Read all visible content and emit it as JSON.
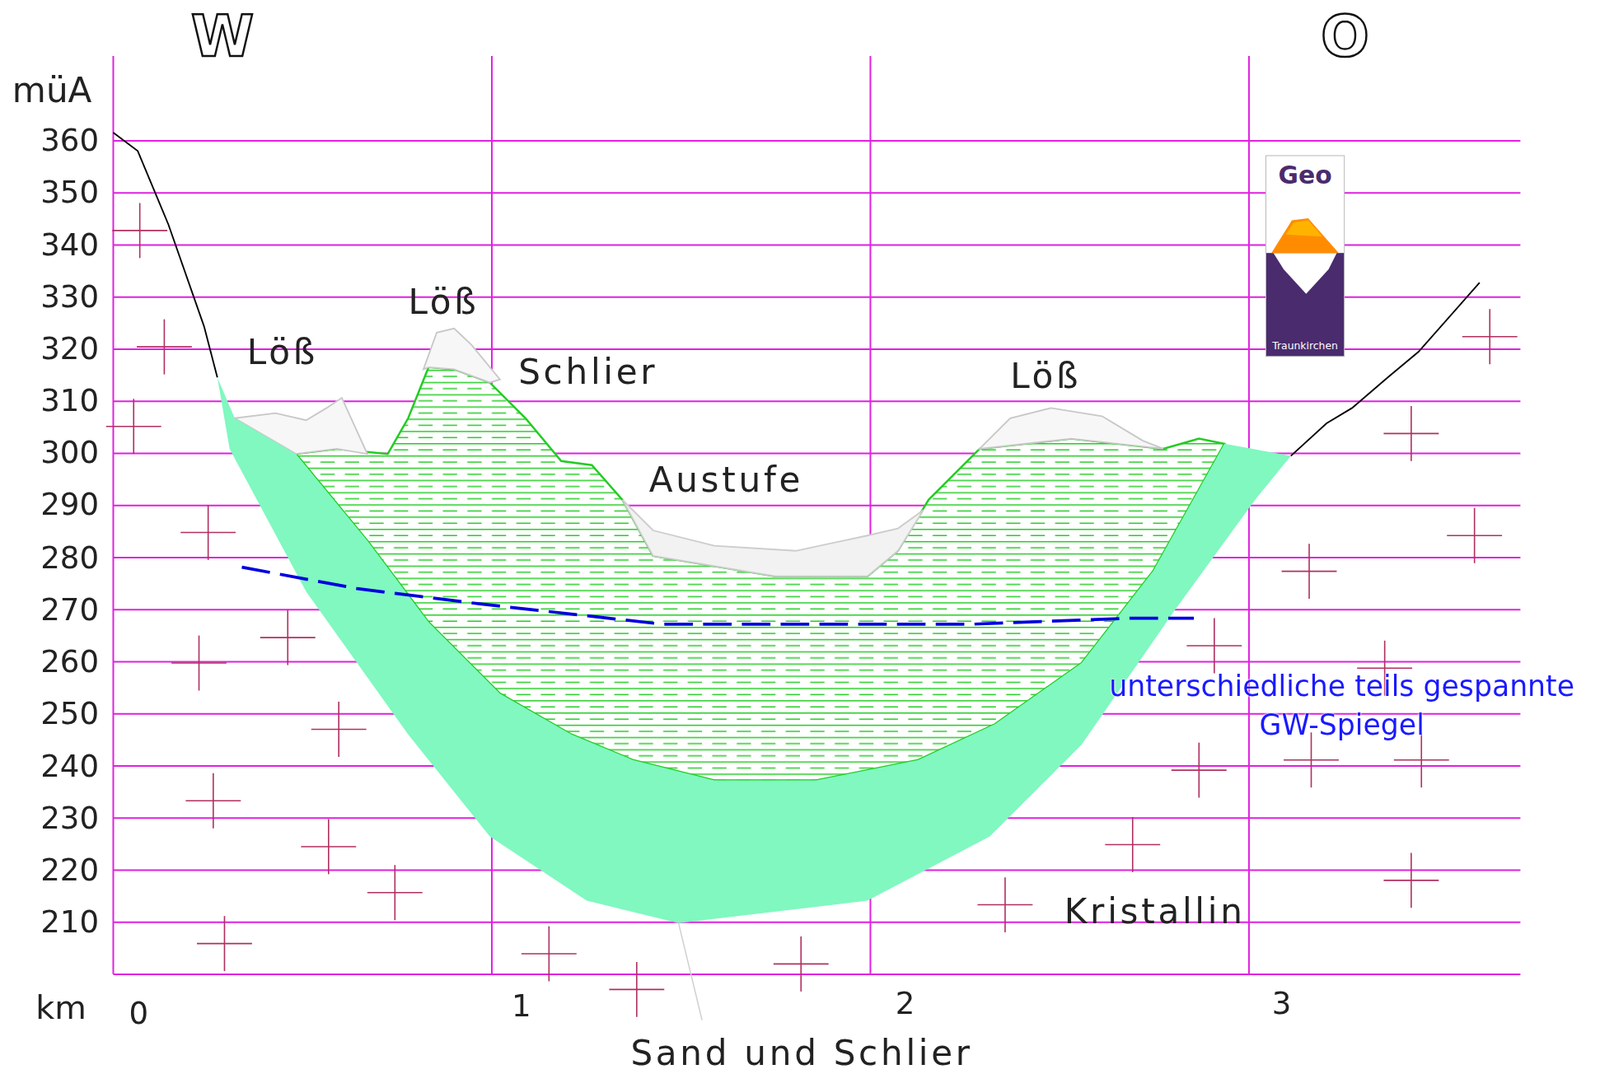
{
  "diagram": {
    "nodes": [
      {
        "text": [
          "Geo",
          "Traunkirchen"
        ]
      }
    ],
    "labels": [
      "W",
      "O",
      "müA",
      "360",
      "350",
      "340",
      "330",
      "320",
      "310",
      "300",
      "290",
      "280",
      "270",
      "260",
      "250",
      "240",
      "230",
      "220",
      "210",
      "km",
      "0",
      "1",
      "2",
      "3",
      "Löß",
      "Löß",
      "Schlier",
      "Löß",
      "Austufe",
      "unterschiedliche teils gespannte GW-Spiegel",
      "Kristallin",
      "Sand und Schlier"
    ]
  }
}
